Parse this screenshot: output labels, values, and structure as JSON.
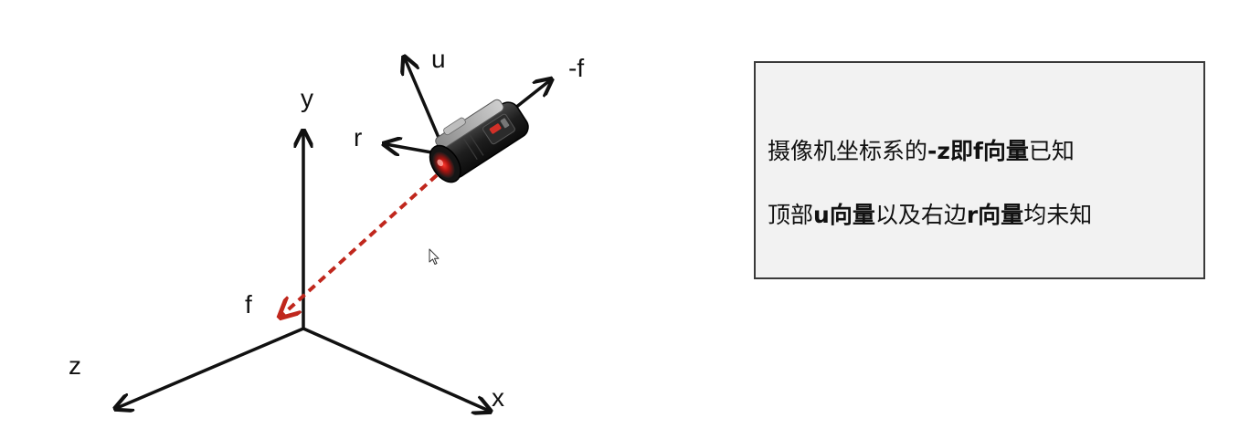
{
  "axes": {
    "y": "y",
    "z": "z",
    "x": "x",
    "f": "f"
  },
  "camera_axes": {
    "u": "u",
    "neg_f": "-f",
    "r": "r"
  },
  "info_box": {
    "line1": [
      {
        "text": "摄像机坐标系的",
        "bold": false
      },
      {
        "text": "-z即f向量",
        "bold": true
      },
      {
        "text": "已知",
        "bold": false
      }
    ],
    "line2": [
      {
        "text": "顶部",
        "bold": false
      },
      {
        "text": "u向量",
        "bold": true
      },
      {
        "text": "以及右边",
        "bold": false
      },
      {
        "text": "r向量",
        "bold": true
      },
      {
        "text": "均未知",
        "bold": false
      }
    ]
  },
  "colors": {
    "axis": "#111111",
    "f_arrow": "#c0271d",
    "box_fill": "#f2f2f2",
    "box_border": "#3a3a3a"
  },
  "icons": {
    "camera": "camcorder-icon",
    "cursor": "mouse-cursor-icon"
  }
}
